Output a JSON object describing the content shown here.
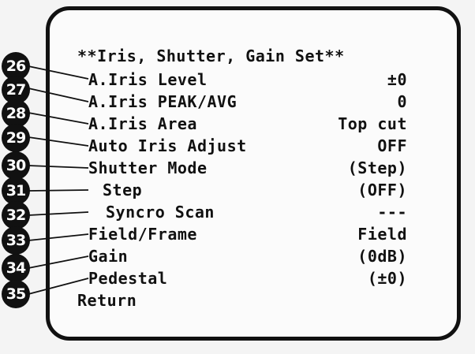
{
  "menu": {
    "title": "**Iris, Shutter, Gain Set**",
    "items": [
      {
        "callout": "26",
        "label": "A.Iris Level",
        "value": "±0"
      },
      {
        "callout": "27",
        "label": "A.Iris PEAK/AVG",
        "value": "0"
      },
      {
        "callout": "28",
        "label": "A.Iris Area",
        "value": "Top cut"
      },
      {
        "callout": "29",
        "label": "Auto Iris Adjust",
        "value": "OFF"
      },
      {
        "callout": "30",
        "label": "Shutter Mode",
        "value": "(Step)"
      },
      {
        "callout": "31",
        "label": "Step",
        "value": "(OFF)"
      },
      {
        "callout": "32",
        "label": "Syncro Scan",
        "value": "---"
      },
      {
        "callout": "33",
        "label": "Field/Frame",
        "value": "Field"
      },
      {
        "callout": "34",
        "label": "Gain",
        "value": "(0dB)"
      },
      {
        "callout": "35",
        "label": "Pedestal",
        "value": "(±0)"
      }
    ],
    "return_label": "Return"
  },
  "colors": {
    "ink": "#111111",
    "paper": "#fbfbfb"
  }
}
